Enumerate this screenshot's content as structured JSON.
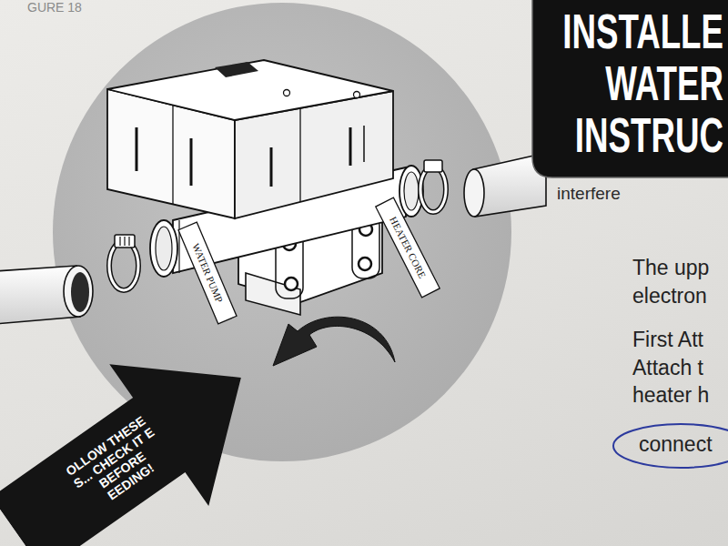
{
  "diagram": {
    "title": "INSTALLE WATER INSTRUC",
    "nodes": [
      {
        "text": [
          "OLLOW THESE S... CHECK IT E BEFORE EEDING!"
        ]
      }
    ],
    "labels": [
      "GURE 18",
      "WATER PUMP",
      "HEATER CORE",
      "interfere",
      "The upp",
      "electron",
      "First Att",
      "Attach t",
      "heater h",
      "connect"
    ]
  }
}
